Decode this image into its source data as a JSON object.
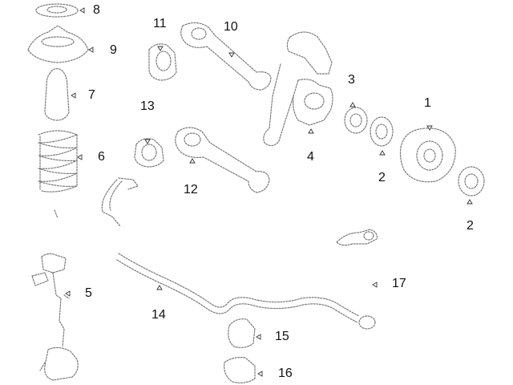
{
  "diagram": {
    "callouts": [
      {
        "id": "1",
        "label": "1"
      },
      {
        "id": "2a",
        "label": "2"
      },
      {
        "id": "2b",
        "label": "2"
      },
      {
        "id": "3",
        "label": "3"
      },
      {
        "id": "4",
        "label": "4"
      },
      {
        "id": "5",
        "label": "5"
      },
      {
        "id": "6",
        "label": "6"
      },
      {
        "id": "7",
        "label": "7"
      },
      {
        "id": "8",
        "label": "8"
      },
      {
        "id": "9",
        "label": "9"
      },
      {
        "id": "10",
        "label": "10"
      },
      {
        "id": "11",
        "label": "11"
      },
      {
        "id": "12",
        "label": "12"
      },
      {
        "id": "13",
        "label": "13"
      },
      {
        "id": "14",
        "label": "14"
      },
      {
        "id": "15",
        "label": "15"
      },
      {
        "id": "16",
        "label": "16"
      },
      {
        "id": "17",
        "label": "17"
      }
    ]
  }
}
